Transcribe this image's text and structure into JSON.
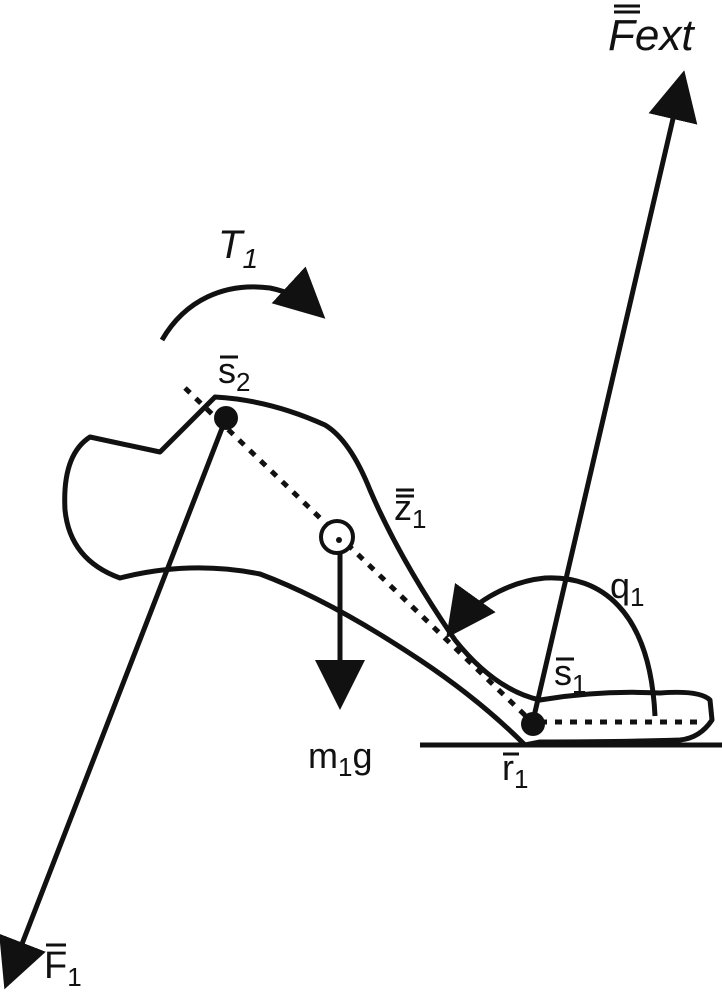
{
  "labels": {
    "F_ext": {
      "base": "F",
      "sub": "ext"
    },
    "T1": {
      "base": "T",
      "sub": "1"
    },
    "s2": {
      "base": "s",
      "sub": "2"
    },
    "z1": {
      "base": "z",
      "sub": "1"
    },
    "q1": {
      "base": "q",
      "sub": "1"
    },
    "s1": {
      "base": "s",
      "sub": "1"
    },
    "m1g": {
      "base": "m",
      "sub": "1",
      "tail": "g"
    },
    "r1": {
      "base": "r",
      "sub": "1"
    },
    "F1": {
      "base": "F",
      "sub": "1"
    }
  }
}
